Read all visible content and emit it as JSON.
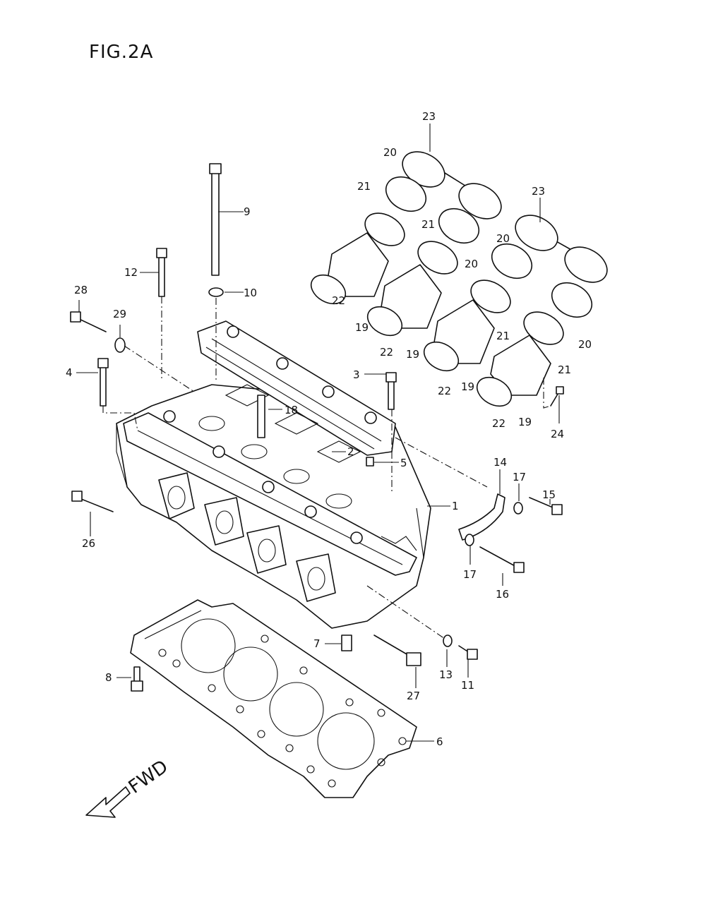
{
  "figure": {
    "title": "FIG.2A"
  },
  "direction": {
    "label": "FWD"
  },
  "callouts": [
    {
      "num": "1"
    },
    {
      "num": "2"
    },
    {
      "num": "3"
    },
    {
      "num": "4"
    },
    {
      "num": "5"
    },
    {
      "num": "6"
    },
    {
      "num": "7"
    },
    {
      "num": "8"
    },
    {
      "num": "9"
    },
    {
      "num": "10"
    },
    {
      "num": "11"
    },
    {
      "num": "12"
    },
    {
      "num": "13"
    },
    {
      "num": "14"
    },
    {
      "num": "15"
    },
    {
      "num": "16"
    },
    {
      "num": "17"
    },
    {
      "num": "17"
    },
    {
      "num": "18"
    },
    {
      "num": "19"
    },
    {
      "num": "19"
    },
    {
      "num": "19"
    },
    {
      "num": "19"
    },
    {
      "num": "20"
    },
    {
      "num": "20"
    },
    {
      "num": "20"
    },
    {
      "num": "20"
    },
    {
      "num": "21"
    },
    {
      "num": "21"
    },
    {
      "num": "21"
    },
    {
      "num": "21"
    },
    {
      "num": "22"
    },
    {
      "num": "22"
    },
    {
      "num": "22"
    },
    {
      "num": "22"
    },
    {
      "num": "23"
    },
    {
      "num": "23"
    },
    {
      "num": "24"
    },
    {
      "num": "26"
    },
    {
      "num": "27"
    },
    {
      "num": "28"
    },
    {
      "num": "29"
    }
  ]
}
